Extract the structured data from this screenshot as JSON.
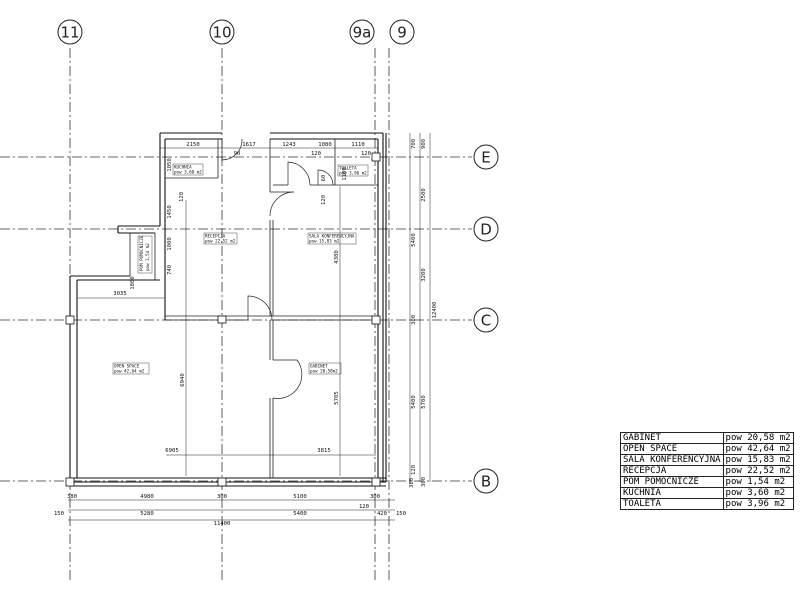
{
  "grid_axes": {
    "vertical": [
      "11",
      "10",
      "9a",
      "9"
    ],
    "horizontal": [
      "E",
      "D",
      "C",
      "B"
    ]
  },
  "rooms": [
    {
      "name": "KUCHNIA",
      "area": "pow 3,60 m2"
    },
    {
      "name": "TOALETA",
      "area": "pow 3,96 m2"
    },
    {
      "name": "RECEPCJA",
      "area": "pow 22,52 m2"
    },
    {
      "name": "SALA KONFERENCYJNA",
      "area": "pow 15,83 m2"
    },
    {
      "name": "POM POMOCNICZE",
      "area": "pow 1,54 m2"
    },
    {
      "name": "OPEN SPACE",
      "area": "pow 42,64 m2"
    },
    {
      "name": "GABINET",
      "area": "pow 20,58m2"
    }
  ],
  "dimensions": {
    "top": [
      "2150",
      "90",
      "1617",
      "1243",
      "120",
      "1080",
      "120",
      "1110"
    ],
    "interior": [
      "1050",
      "1450",
      "120",
      "1000",
      "740",
      "1800",
      "3035",
      "60",
      "1100",
      "120",
      "4380",
      "6940",
      "6905",
      "3815",
      "5705"
    ],
    "right": [
      "700",
      "900",
      "2500",
      "3200",
      "5400",
      "12400",
      "300",
      "5400",
      "5700",
      "120",
      "300",
      "380"
    ],
    "bottom": [
      "380",
      "4980",
      "300",
      "5100",
      "300",
      "120",
      "150",
      "5280",
      "5400",
      "420",
      "150",
      "11400"
    ]
  },
  "legend": [
    {
      "name": "GABINET",
      "area": "pow 20,58 m2"
    },
    {
      "name": "OPEN SPACE",
      "area": "pow 42,64 m2"
    },
    {
      "name": "SALA KONFERENCYJNA",
      "area": "pow 15,83 m2"
    },
    {
      "name": "RECEPCJA",
      "area": "pow 22,52 m2"
    },
    {
      "name": "POM POMOCNICZE",
      "area": "pow 1,54 m2"
    },
    {
      "name": "KUCHNIA",
      "area": "pow 3,60 m2"
    },
    {
      "name": "TOALETA",
      "area": "pow 3,96 m2"
    }
  ]
}
